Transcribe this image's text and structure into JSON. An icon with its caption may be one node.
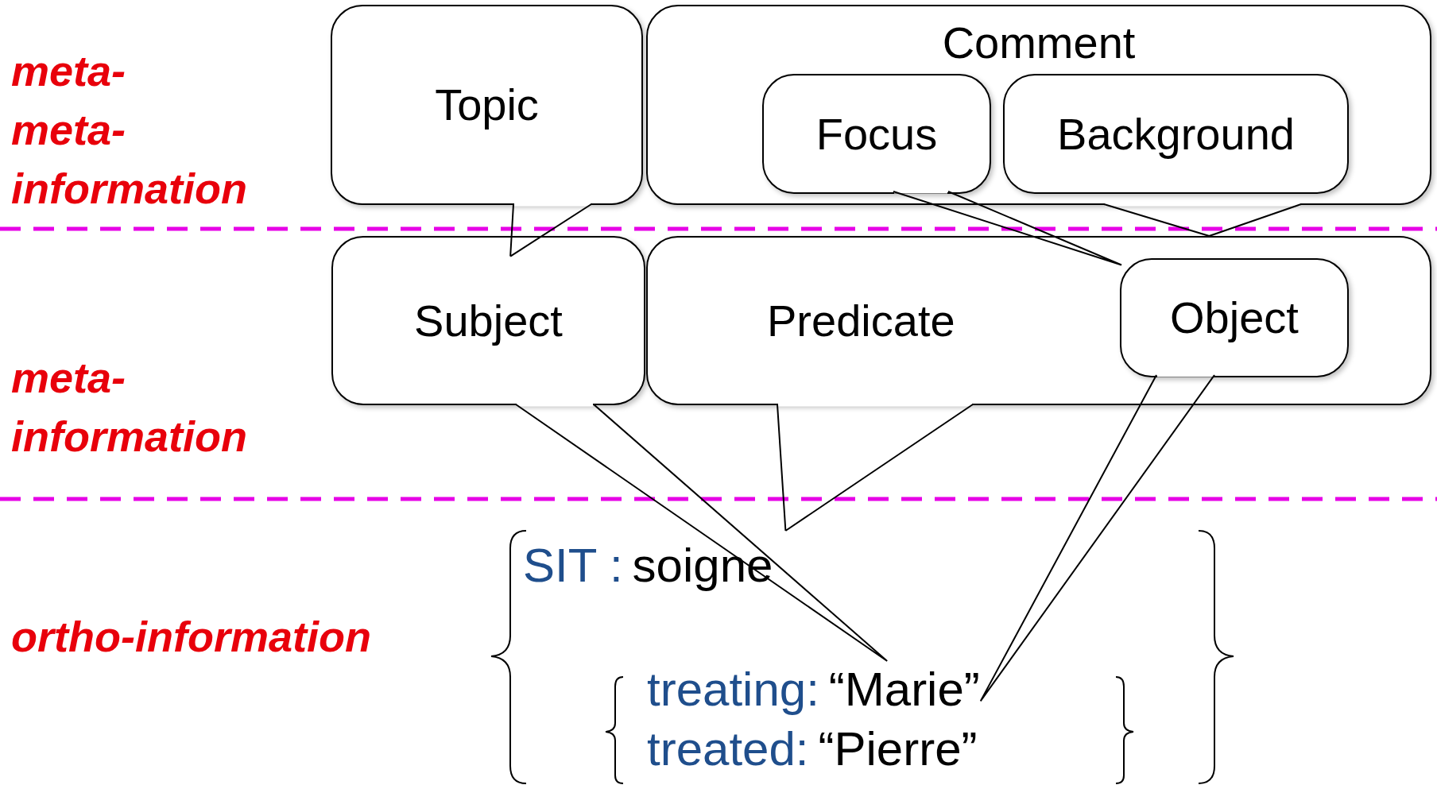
{
  "diagram": {
    "nodes": [
      {
        "text": [
          "Topic"
        ]
      },
      {
        "text": [
          "Comment"
        ]
      },
      {
        "text": [
          "Focus"
        ],
        "in": 1
      },
      {
        "text": [
          "Background"
        ],
        "in": 1
      },
      {
        "text": [
          "Subject"
        ]
      },
      {
        "text": [
          "Predicate"
        ]
      },
      {
        "text": [
          "Object"
        ],
        "in": 5
      },
      {
        "text": [
          "SIT :",
          "soigne"
        ]
      },
      {
        "text": [
          "treating:",
          "“Marie”"
        ]
      },
      {
        "text": [
          "treated:",
          "“Pierre”"
        ]
      }
    ],
    "edges": [
      {
        "from": 0,
        "to": 4,
        "arrow": "none"
      },
      {
        "from": 1,
        "to": 5,
        "arrow": "none"
      },
      {
        "from": 2,
        "to": 6,
        "arrow": "none"
      },
      {
        "from": 4,
        "to": 8,
        "arrow": "none"
      },
      {
        "from": 5,
        "to": 7,
        "arrow": "none"
      },
      {
        "from": 6,
        "to": 8,
        "arrow": "none"
      }
    ],
    "labels": [
      "meta-meta-information",
      "meta-information",
      "ortho-information"
    ]
  }
}
